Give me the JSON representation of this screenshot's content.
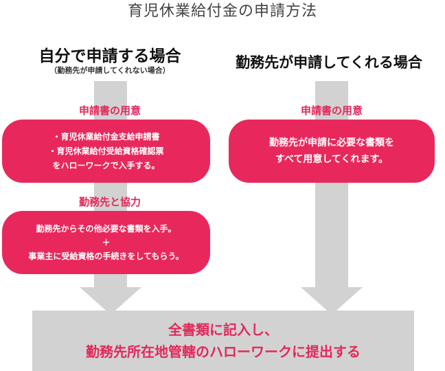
{
  "title": "育児休業給付金の申請方法",
  "left": {
    "heading": "自分で申請する場合",
    "subheading": "（勤務先が申請してくれない場合）",
    "step1_label": "申請書の用意",
    "step1_lines": [
      "・育児休業給付金支給申請書",
      "・育児休業給付受給資格確認票",
      "をハローワークで入手する。"
    ],
    "step2_label": "勤務先と協力",
    "step2_lines": [
      "勤務先からその他必要な書類を入手。",
      "＋",
      "事業主に受給資格の手続きをしてもらう。"
    ]
  },
  "right": {
    "heading": "勤務先が申請してくれる場合",
    "step1_label": "申請書の用意",
    "step1_lines": [
      "勤務先が申請に必要な書類を",
      "すべて用意してくれます。"
    ]
  },
  "final": {
    "lines": [
      "全書類に記入し、",
      "勤務先所在地管轄のハローワークに提出する"
    ]
  },
  "colors": {
    "accent": "#e8285c",
    "arrow": "#d2d2d2",
    "box_text": "#ffffff"
  }
}
